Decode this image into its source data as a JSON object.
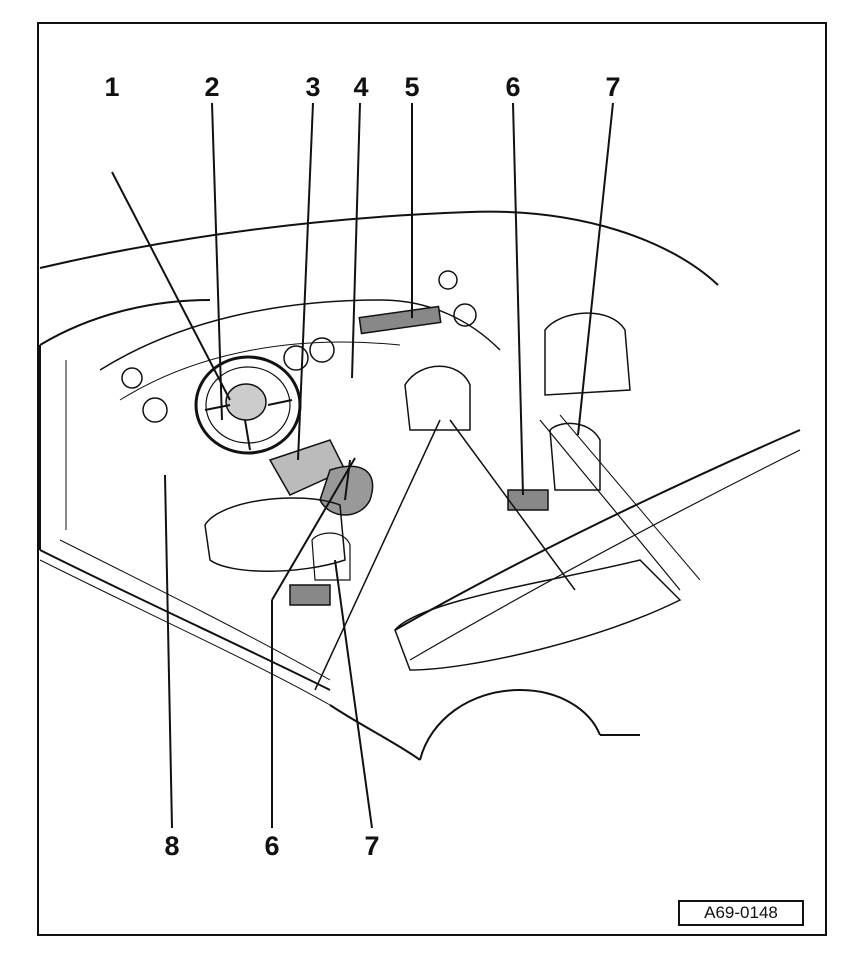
{
  "diagram": {
    "callouts_top": [
      "1",
      "2",
      "3",
      "4",
      "5",
      "6",
      "7"
    ],
    "callouts_bottom": [
      "8",
      "6",
      "7"
    ],
    "reference_code": "A69-0148"
  },
  "colors": {
    "ink": "#111111",
    "light_ink": "#555555",
    "paper": "#ffffff"
  }
}
